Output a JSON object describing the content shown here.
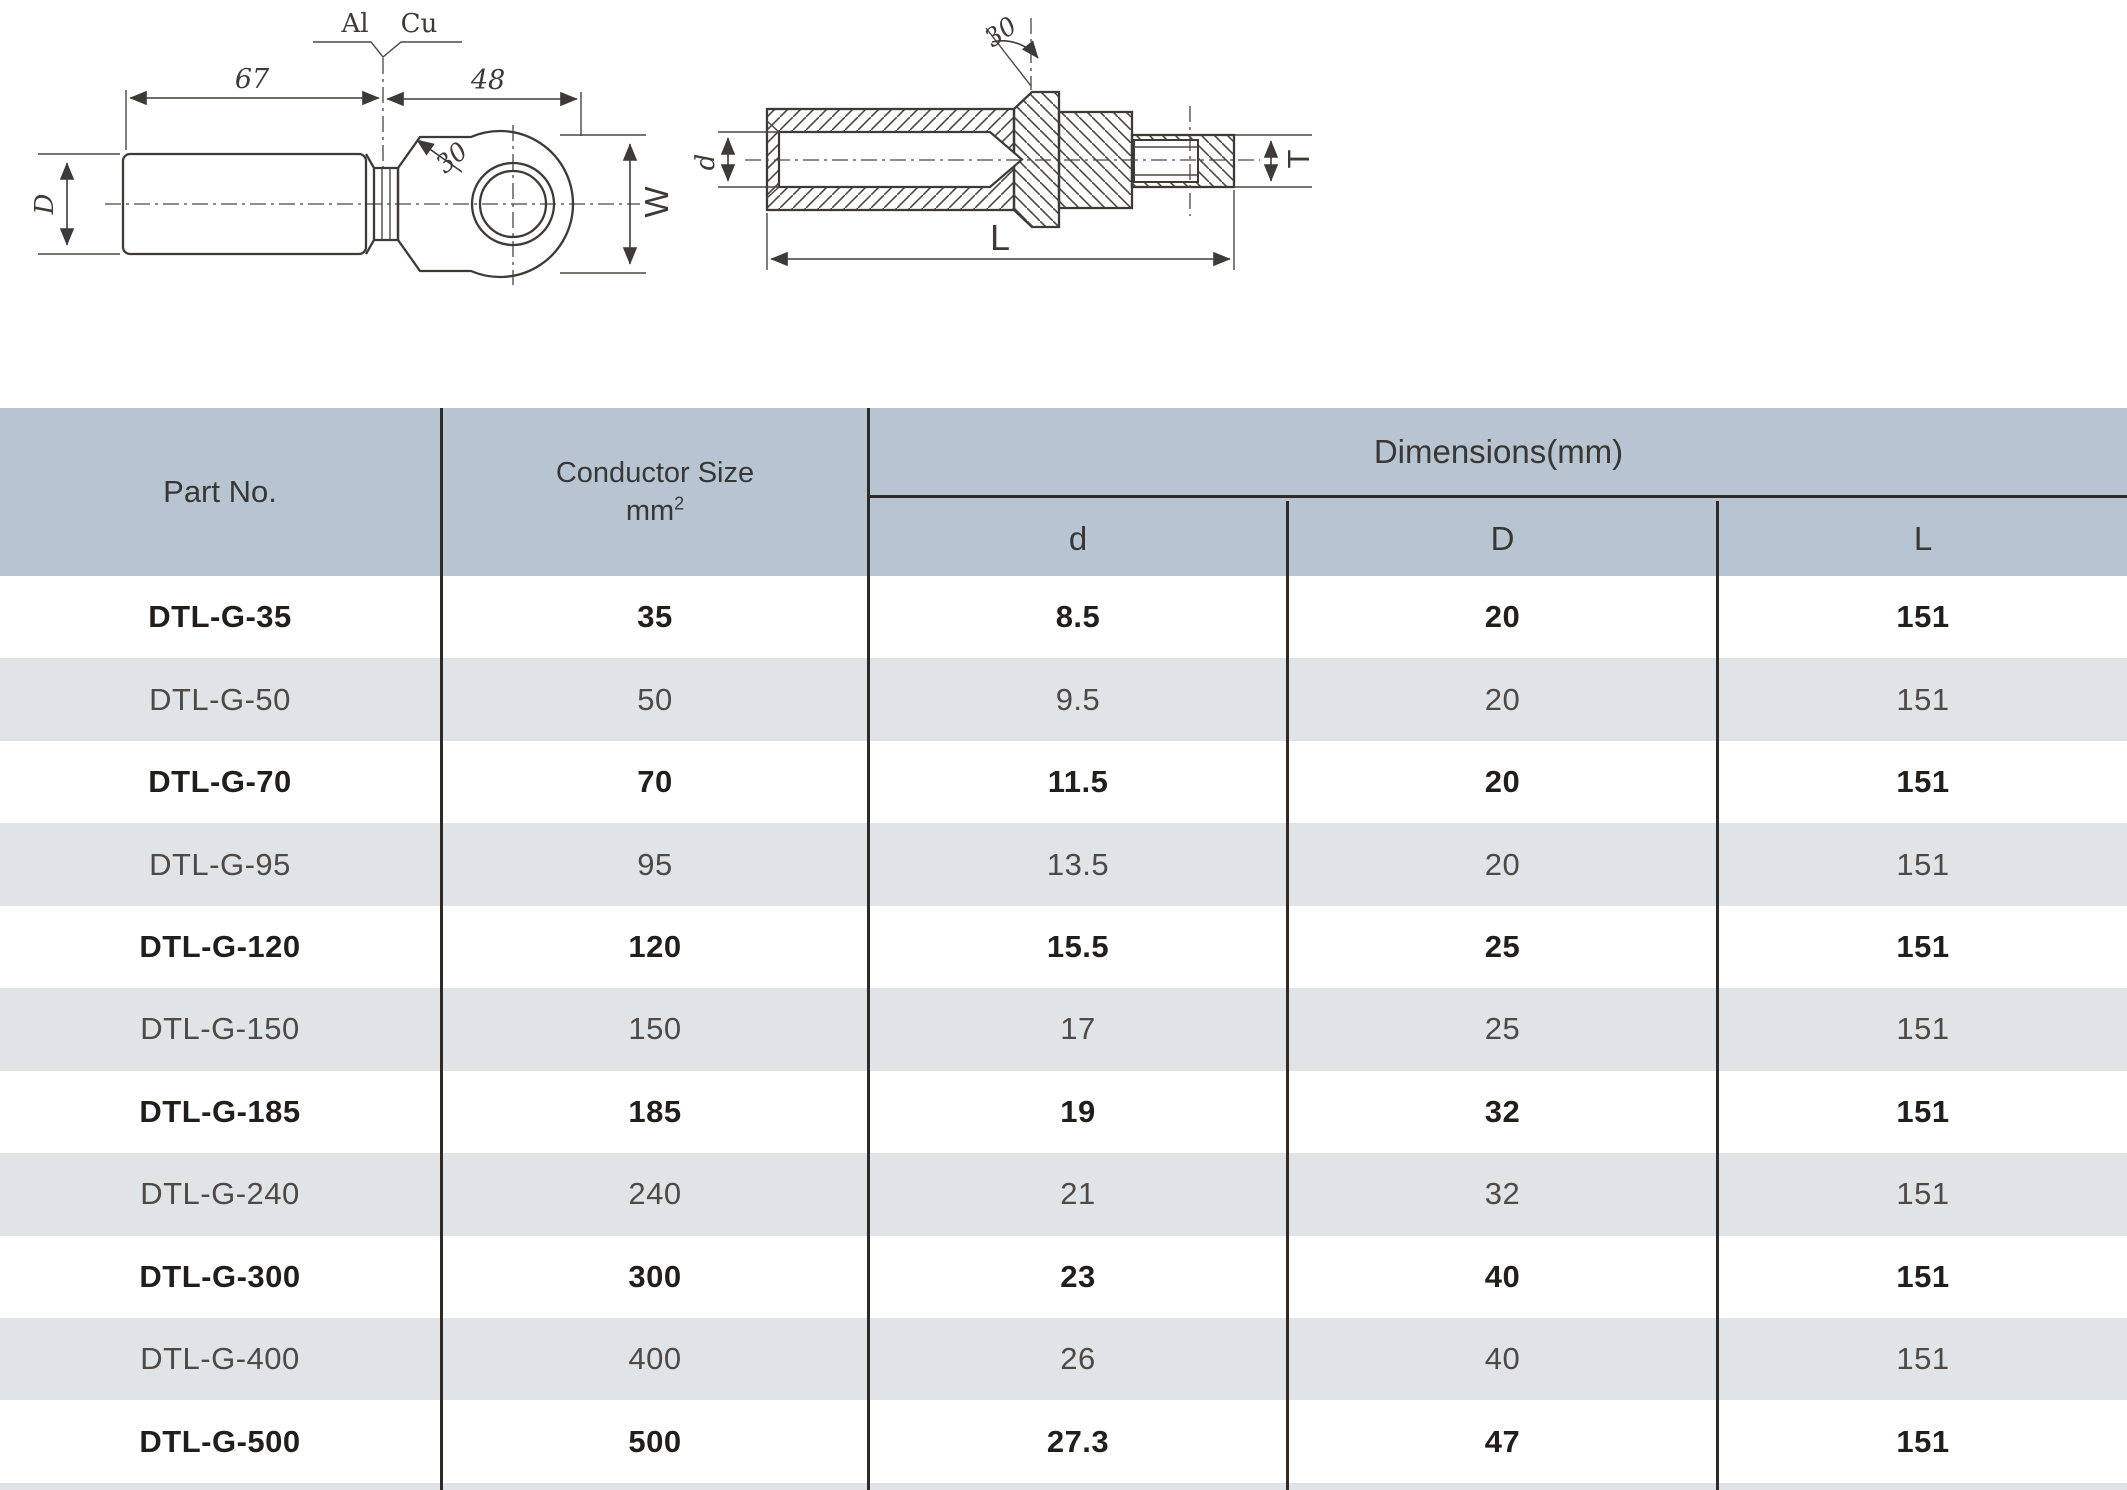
{
  "diagram": {
    "left_view": {
      "material_left": "Al",
      "material_right": "Cu",
      "dim_barrel_length": "67",
      "dim_palm_length": "48",
      "dim_chamfer_angle": "30",
      "dim_barrel_diameter": "D",
      "dim_palm_width": "W"
    },
    "section_view": {
      "dim_chamfer_angle": "30",
      "dim_bore_diameter": "d",
      "dim_stud_diameter": "T",
      "dim_total_length": "L"
    }
  },
  "table": {
    "headers": {
      "part_no": "Part No.",
      "conductor_size": "Conductor Size",
      "conductor_unit": "mm",
      "conductor_unit_sup": "2",
      "dimensions": "Dimensions(mm)",
      "col_d": "d",
      "col_D": "D",
      "col_L": "L"
    },
    "rows": [
      {
        "part": "DTL-G-35",
        "size": "35",
        "d": "8.5",
        "D": "20",
        "L": "151"
      },
      {
        "part": "DTL-G-50",
        "size": "50",
        "d": "9.5",
        "D": "20",
        "L": "151"
      },
      {
        "part": "DTL-G-70",
        "size": "70",
        "d": "11.5",
        "D": "20",
        "L": "151"
      },
      {
        "part": "DTL-G-95",
        "size": "95",
        "d": "13.5",
        "D": "20",
        "L": "151"
      },
      {
        "part": "DTL-G-120",
        "size": "120",
        "d": "15.5",
        "D": "25",
        "L": "151"
      },
      {
        "part": "DTL-G-150",
        "size": "150",
        "d": "17",
        "D": "25",
        "L": "151"
      },
      {
        "part": "DTL-G-185",
        "size": "185",
        "d": "19",
        "D": "32",
        "L": "151"
      },
      {
        "part": "DTL-G-240",
        "size": "240",
        "d": "21",
        "D": "32",
        "L": "151"
      },
      {
        "part": "DTL-G-300",
        "size": "300",
        "d": "23",
        "D": "40",
        "L": "151"
      },
      {
        "part": "DTL-G-400",
        "size": "400",
        "d": "26",
        "D": "40",
        "L": "151"
      },
      {
        "part": "DTL-G-500",
        "size": "500",
        "d": "27.3",
        "D": "47",
        "L": "151"
      }
    ]
  },
  "colors": {
    "header_bg": "#b6c5d1",
    "row_bg": "#ffffff",
    "row_alt_bg": "#e1e4e6",
    "divider": "#2e2a27",
    "text_dark": "#221e1b",
    "text_medium": "#4d4946",
    "header_text": "#3a3633",
    "line_ink": "#3e3a37"
  }
}
